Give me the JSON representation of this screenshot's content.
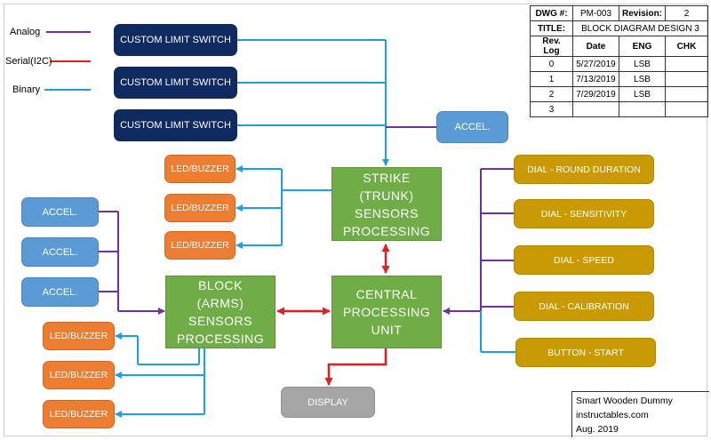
{
  "legend": {
    "analog": {
      "label": "Analog",
      "color": "#7030a0"
    },
    "serial": {
      "label": "Serial(I2C)",
      "color": "#e02020"
    },
    "binary": {
      "label": "Binary",
      "color": "#1ba1e2"
    }
  },
  "title_block": {
    "dwg_label": "DWG #:",
    "dwg_value": "PM-003",
    "revision_label": "Revision:",
    "revision_value": "2",
    "title_label": "TITLE:",
    "title_value": "BLOCK DIAGRAM DESIGN 3",
    "headers": [
      "Rev. Log",
      "Date",
      "ENG",
      "CHK"
    ],
    "rows": [
      [
        "0",
        "5/27/2019",
        "LSB",
        ""
      ],
      [
        "1",
        "7/13/2019",
        "LSB",
        ""
      ],
      [
        "2",
        "7/29/2019",
        "LSB",
        ""
      ],
      [
        "3",
        "",
        "",
        ""
      ]
    ]
  },
  "blocks": {
    "limit_switch_1": "CUSTOM LIMIT SWITCH",
    "limit_switch_2": "CUSTOM LIMIT SWITCH",
    "limit_switch_3": "CUSTOM LIMIT SWITCH",
    "accel_right": "ACCEL.",
    "accel_left_1": "ACCEL.",
    "accel_left_2": "ACCEL.",
    "accel_left_3": "ACCEL.",
    "led_upper_1": "LED/BUZZER",
    "led_upper_2": "LED/BUZZER",
    "led_upper_3": "LED/BUZZER",
    "led_lower_1": "LED/BUZZER",
    "led_lower_2": "LED/BUZZER",
    "led_lower_3": "LED/BUZZER",
    "strike": "STRIKE (TRUNK) SENSORS PROCESSING",
    "block_arms": "BLOCK (ARMS) SENSORS PROCESSING",
    "cpu": "CENTRAL PROCESSING UNIT",
    "display": "DISPLAY",
    "dial_round": "DIAL - ROUND DURATION",
    "dial_sensitivity": "DIAL - SENSITIVITY",
    "dial_speed": "DIAL - SPEED",
    "dial_calibration": "DIAL - CALIBRATION",
    "button_start": "BUTTON - START"
  },
  "credit": {
    "line1": "Smart Wooden Dummy",
    "line2": "instructables.com",
    "line3": "Aug. 2019"
  }
}
